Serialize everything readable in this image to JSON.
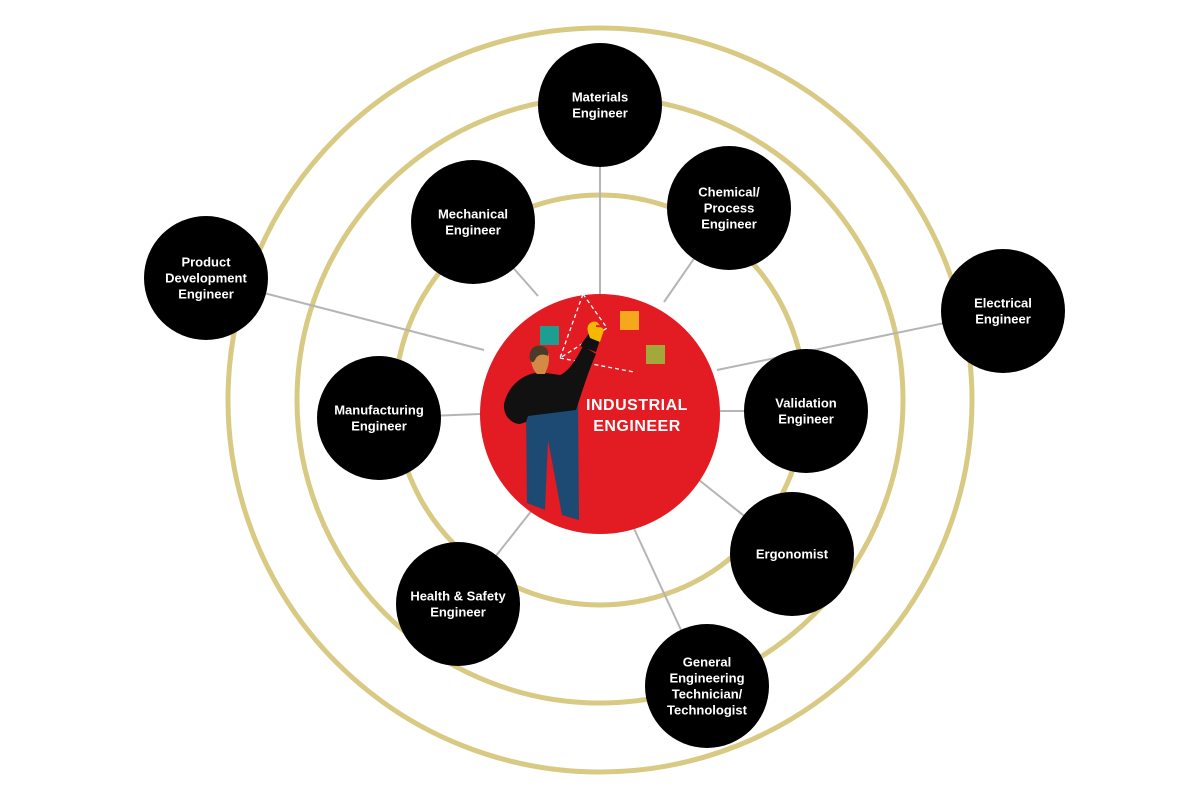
{
  "colors": {
    "ring": "#d8c983",
    "connector": "#b5b5b5",
    "node_fill": "#000000",
    "node_text": "#ffffff",
    "center_fill": "#e31b23",
    "center_text": "#ffffff",
    "figure_body": "#111111",
    "figure_pants": "#1c4a73",
    "figure_skin": "#d48a45",
    "figure_glove": "#f5b800",
    "sticky_teal": "#1d9e91",
    "sticky_orange": "#f6a81c",
    "sticky_olive": "#a3a83a"
  },
  "center": {
    "lines": [
      "INDUSTRIAL",
      "ENGINEER"
    ],
    "illustration": "engineer-drawing-figure"
  },
  "nodes": [
    {
      "id": "materials",
      "lines": [
        "Materials",
        "Engineer"
      ]
    },
    {
      "id": "chemical-process",
      "lines": [
        "Chemical/",
        "Process",
        "Engineer"
      ]
    },
    {
      "id": "electrical",
      "lines": [
        "Electrical",
        "Engineer"
      ]
    },
    {
      "id": "validation",
      "lines": [
        "Validation",
        "Engineer"
      ]
    },
    {
      "id": "ergonomist",
      "lines": [
        "Ergonomist"
      ]
    },
    {
      "id": "general-engineering",
      "lines": [
        "General",
        "Engineering",
        "Technician/",
        "Technologist"
      ]
    },
    {
      "id": "health-safety",
      "lines": [
        "Health & Safety",
        "Engineer"
      ]
    },
    {
      "id": "manufacturing",
      "lines": [
        "Manufacturing",
        "Engineer"
      ]
    },
    {
      "id": "product-development",
      "lines": [
        "Product",
        "Development",
        "Engineer"
      ]
    },
    {
      "id": "mechanical",
      "lines": [
        "Mechanical",
        "Engineer"
      ]
    }
  ]
}
